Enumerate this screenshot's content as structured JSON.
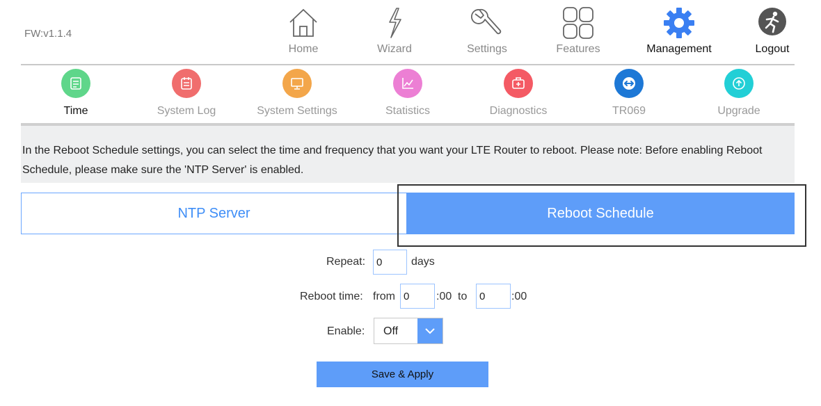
{
  "firmware": "FW:v1.1.4",
  "nav": {
    "home": "Home",
    "wizard": "Wizard",
    "settings": "Settings",
    "features": "Features",
    "management": "Management",
    "logout": "Logout"
  },
  "subnav": {
    "time": "Time",
    "system_log": "System Log",
    "system_settings": "System Settings",
    "statistics": "Statistics",
    "diagnostics": "Diagnostics",
    "tr069": "TR069",
    "upgrade": "Upgrade"
  },
  "info_text": "In the Reboot Schedule settings, you can select the time and frequency that you want your LTE Router to reboot. Please note: Before enabling Reboot Schedule, please make sure the 'NTP Server' is enabled.",
  "tabs": {
    "ntp": "NTP Server",
    "reboot": "Reboot Schedule"
  },
  "form": {
    "repeat_label": "Repeat:",
    "repeat_value": "0",
    "repeat_unit": "days",
    "reboot_time_label": "Reboot time:",
    "from_text": "from",
    "from_value": "0",
    "from_suffix": ":00",
    "to_text": "to",
    "to_value": "0",
    "to_suffix": ":00",
    "enable_label": "Enable:",
    "enable_value": "Off",
    "save_label": "Save & Apply"
  },
  "colors": {
    "accent": "#5e9df9",
    "time": "#5fd68a",
    "system_log": "#f06d6d",
    "system_settings": "#f3a64a",
    "statistics": "#ec7fd4",
    "diagnostics": "#f45a64",
    "tr069": "#1d78d6",
    "upgrade": "#22cfd6"
  }
}
